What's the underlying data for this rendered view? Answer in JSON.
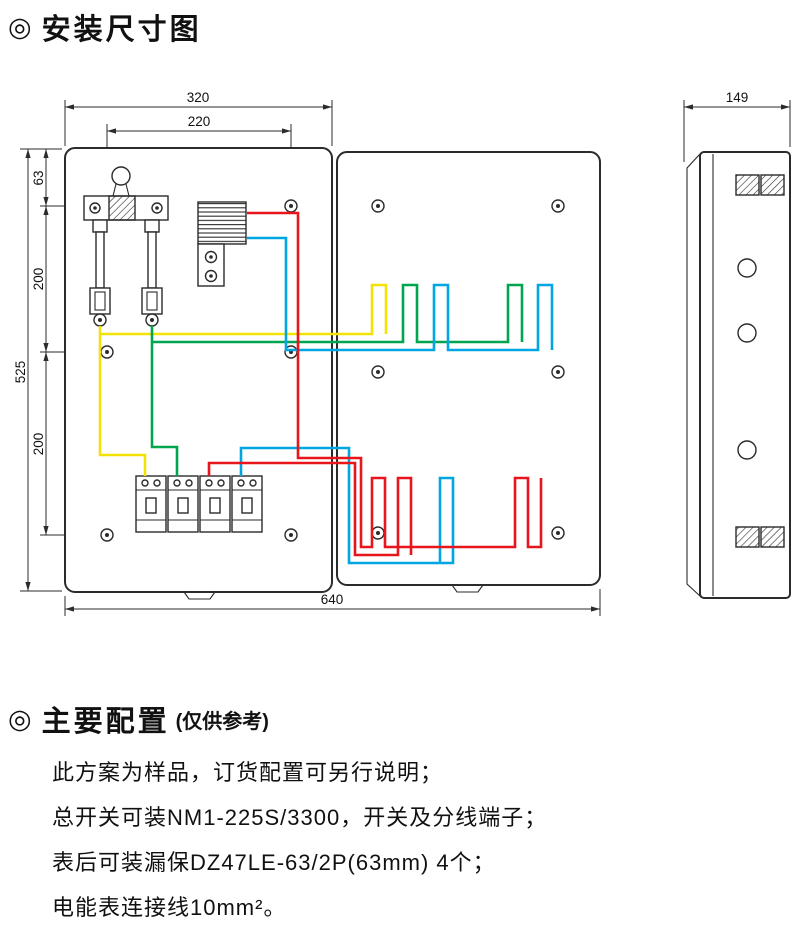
{
  "header": {
    "bullet": "◎",
    "title": "安装尺寸图"
  },
  "diagram": {
    "dimensions": {
      "width_left": "320",
      "width_inner": "220",
      "seg_top": "63",
      "seg_upper": "200",
      "height_total": "525",
      "seg_lower": "200",
      "width_total": "640",
      "depth": "149"
    },
    "colors": {
      "yellow": "#f2e205",
      "green": "#00a550",
      "red": "#e8151c",
      "blue": "#00a6e2",
      "line": "#2b2b2b"
    }
  },
  "config": {
    "bullet": "◎",
    "title": "主要配置",
    "title_note": "(仅供参考)",
    "lines": [
      "此方案为样品，订货配置可另行说明；",
      "总开关可装NM1-225S/3300，开关及分线端子；",
      "表后可装漏保DZ47LE-63/2P(63mm) 4个；",
      "电能表连接线10mm²。"
    ]
  }
}
